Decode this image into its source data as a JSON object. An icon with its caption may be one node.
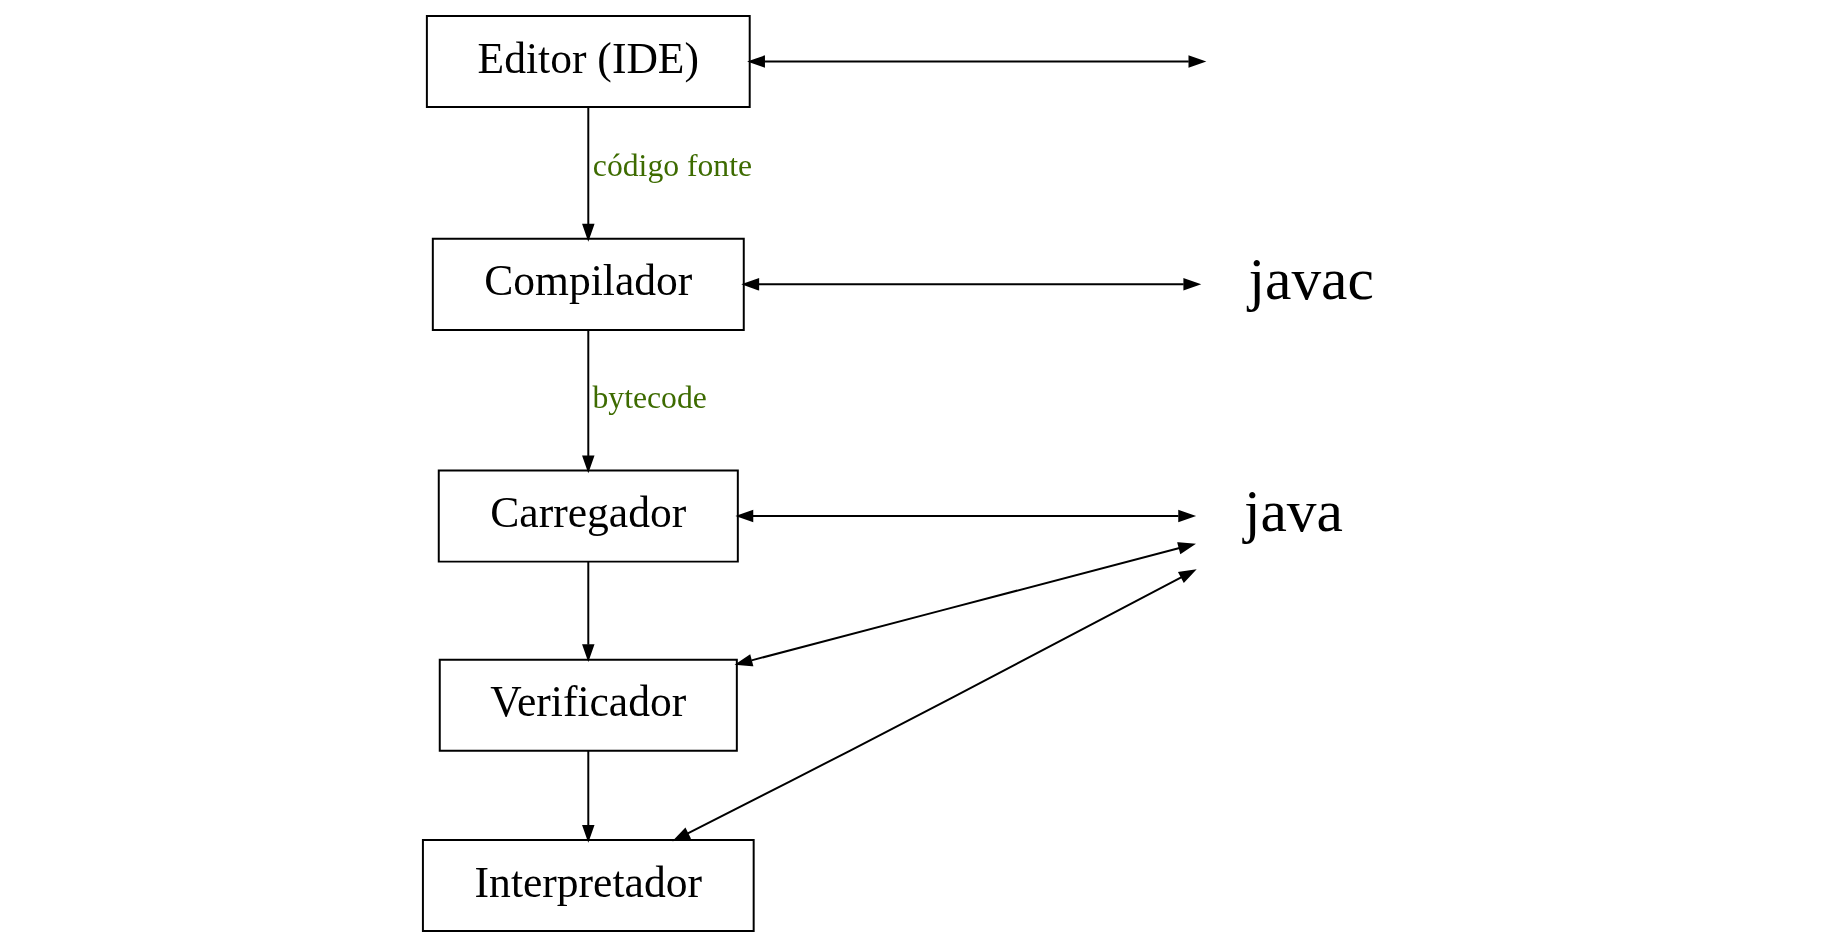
{
  "diagram": {
    "nodes": [
      {
        "text": [
          "Editor (IDE)"
        ]
      },
      {
        "text": [
          "Compilador"
        ]
      },
      {
        "text": [
          "Carregador"
        ]
      },
      {
        "text": [
          "Verificador"
        ]
      },
      {
        "text": [
          "Interpretador"
        ]
      },
      {
        "text": [
          "javac"
        ]
      },
      {
        "text": [
          "java"
        ]
      }
    ],
    "edges": [
      {
        "from": 0,
        "to": 1,
        "arrow": "to",
        "label": "código fonte"
      },
      {
        "from": 1,
        "to": 2,
        "arrow": "to",
        "label": "bytecode"
      },
      {
        "from": 2,
        "to": 3,
        "arrow": "to"
      },
      {
        "from": 3,
        "to": 4,
        "arrow": "to"
      },
      {
        "from": 0,
        "to": null,
        "arrow": "both"
      },
      {
        "from": 1,
        "to": 5,
        "arrow": "both"
      },
      {
        "from": 2,
        "to": 6,
        "arrow": "both"
      },
      {
        "from": 3,
        "to": 6,
        "arrow": "both"
      },
      {
        "from": 4,
        "to": 6,
        "arrow": "both"
      }
    ]
  }
}
